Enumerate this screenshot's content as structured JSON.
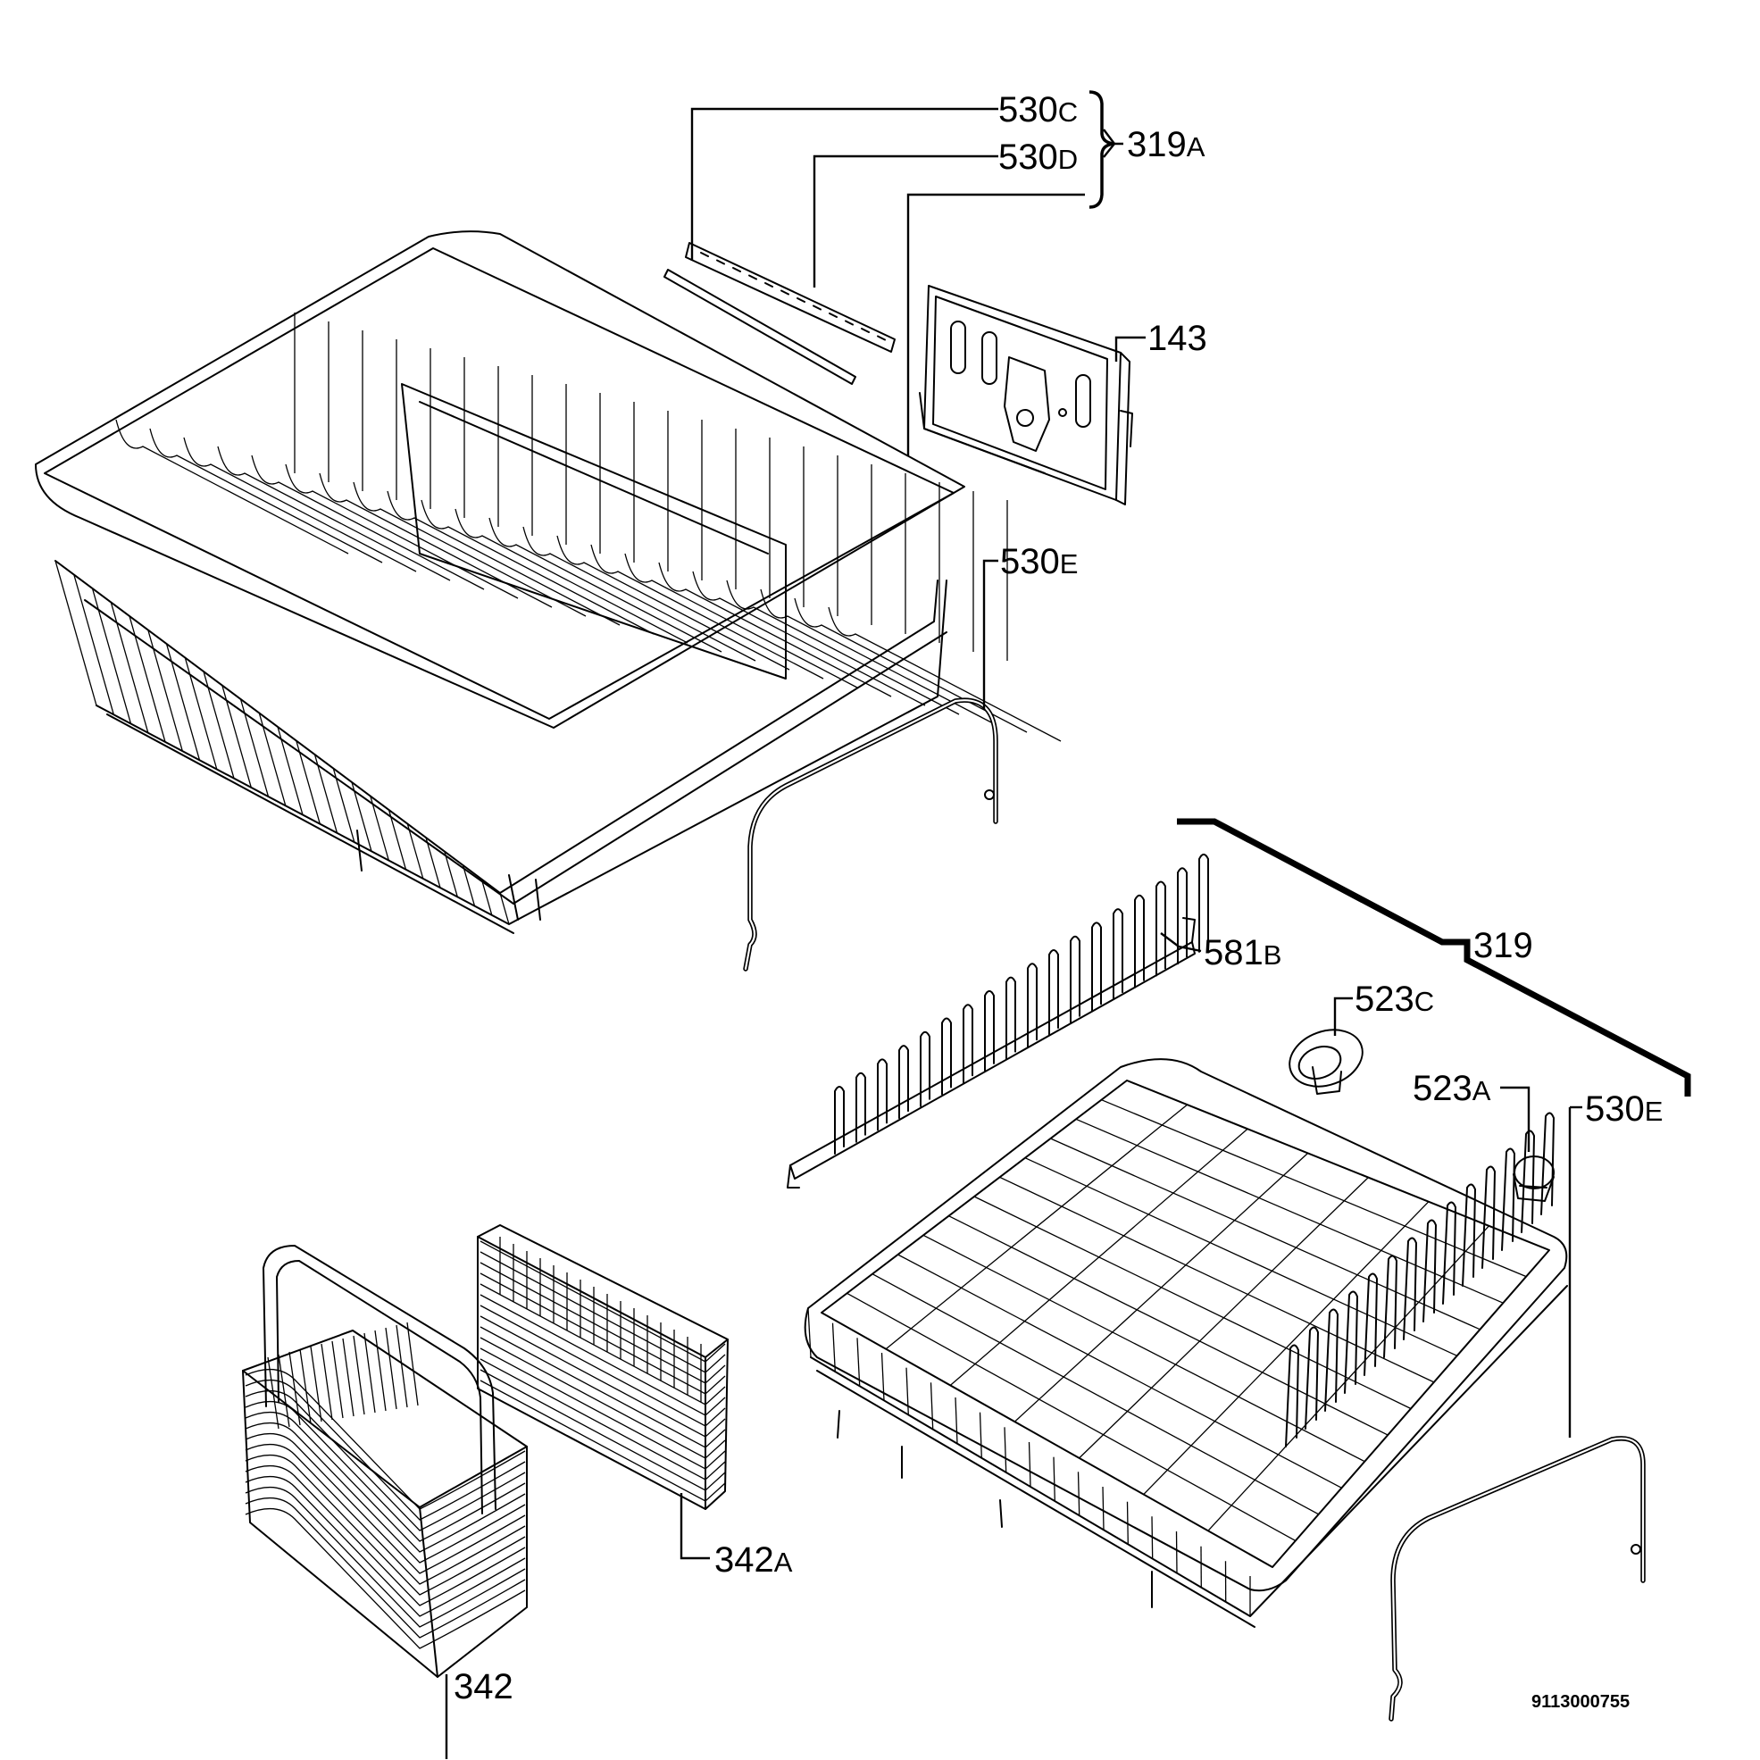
{
  "callouts": [
    {
      "id": "530C",
      "num": "530",
      "suffix": "C"
    },
    {
      "id": "530D",
      "num": "530",
      "suffix": "D"
    },
    {
      "id": "319A",
      "num": "319",
      "suffix": "A"
    },
    {
      "id": "143",
      "num": "143",
      "suffix": ""
    },
    {
      "id": "530E-upper",
      "num": "530",
      "suffix": "E"
    },
    {
      "id": "319",
      "num": "319",
      "suffix": ""
    },
    {
      "id": "581B",
      "num": "581",
      "suffix": "B"
    },
    {
      "id": "523C",
      "num": "523",
      "suffix": "C"
    },
    {
      "id": "523A",
      "num": "523",
      "suffix": "A"
    },
    {
      "id": "530E-lower",
      "num": "530",
      "suffix": "E"
    },
    {
      "id": "342A",
      "num": "342",
      "suffix": "A"
    },
    {
      "id": "342",
      "num": "342",
      "suffix": ""
    }
  ],
  "document_number": "9113000755"
}
